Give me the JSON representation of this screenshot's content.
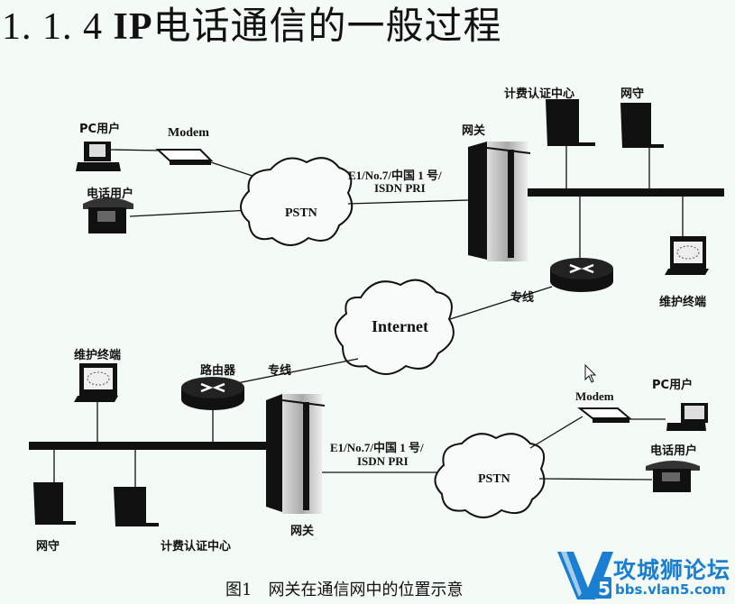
{
  "heading": {
    "number": "1. 1. 4",
    "ip": "IP",
    "text": "电话通信的一般过程"
  },
  "diagram": {
    "top_network": {
      "pc_user": "PC用户",
      "modem": "Modem",
      "phone_user": "电话用户",
      "pstn": "PSTN",
      "trunk_line1": "E1/No.7/中国 1 号/",
      "trunk_line2": "ISDN PRI",
      "gateway": "网关",
      "billing_center": "计费认证中心",
      "gatekeeper": "网守",
      "maintenance_terminal": "维护终端",
      "leased_line": "专线"
    },
    "internet": "Internet",
    "bottom_network": {
      "maintenance_terminal": "维护终端",
      "router": "路由器",
      "leased_line": "专线",
      "gateway": "网关",
      "trunk_line1": "E1/No.7/中国 1 号/",
      "trunk_line2": "ISDN PRI",
      "pstn": "PSTN",
      "modem": "Modem",
      "pc_user": "PC用户",
      "phone_user": "电话用户",
      "gatekeeper": "网守",
      "billing_center": "计费认证中心"
    }
  },
  "caption": {
    "fig": "图1",
    "text": "网关在通信网中的位置示意"
  },
  "watermark": {
    "title": "攻城狮论坛",
    "url": "bbs.vlan5.com",
    "color": "#1a7fd0"
  }
}
